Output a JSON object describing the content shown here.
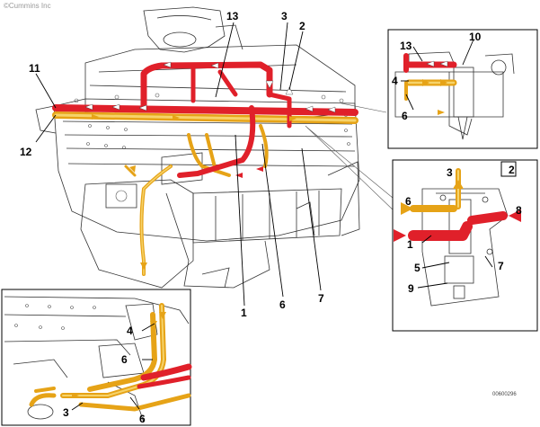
{
  "watermark": "©Cummins Inc",
  "figure_number": "00600296",
  "callouts": {
    "main_1": "1",
    "main_2": "2",
    "main_3": "3",
    "main_6": "6",
    "main_7": "7",
    "main_11": "11",
    "main_12": "12",
    "main_13": "13",
    "inset1_4": "4",
    "inset1_6": "6",
    "inset1_10": "10",
    "inset1_13": "13",
    "inset2_box": "2",
    "inset2_1": "1",
    "inset2_3": "3",
    "inset2_5": "5",
    "inset2_6": "6",
    "inset2_7": "7",
    "inset2_8": "8",
    "inset2_9": "9",
    "inset3_3": "3",
    "inset3_4": "4",
    "inset3_6a": "6",
    "inset3_6b": "6"
  },
  "colors": {
    "supply_fuel": "#e0202a",
    "drain_fuel": "#e6a317",
    "drain_fuel_core": "#f6d36a",
    "outline": "#333333"
  }
}
